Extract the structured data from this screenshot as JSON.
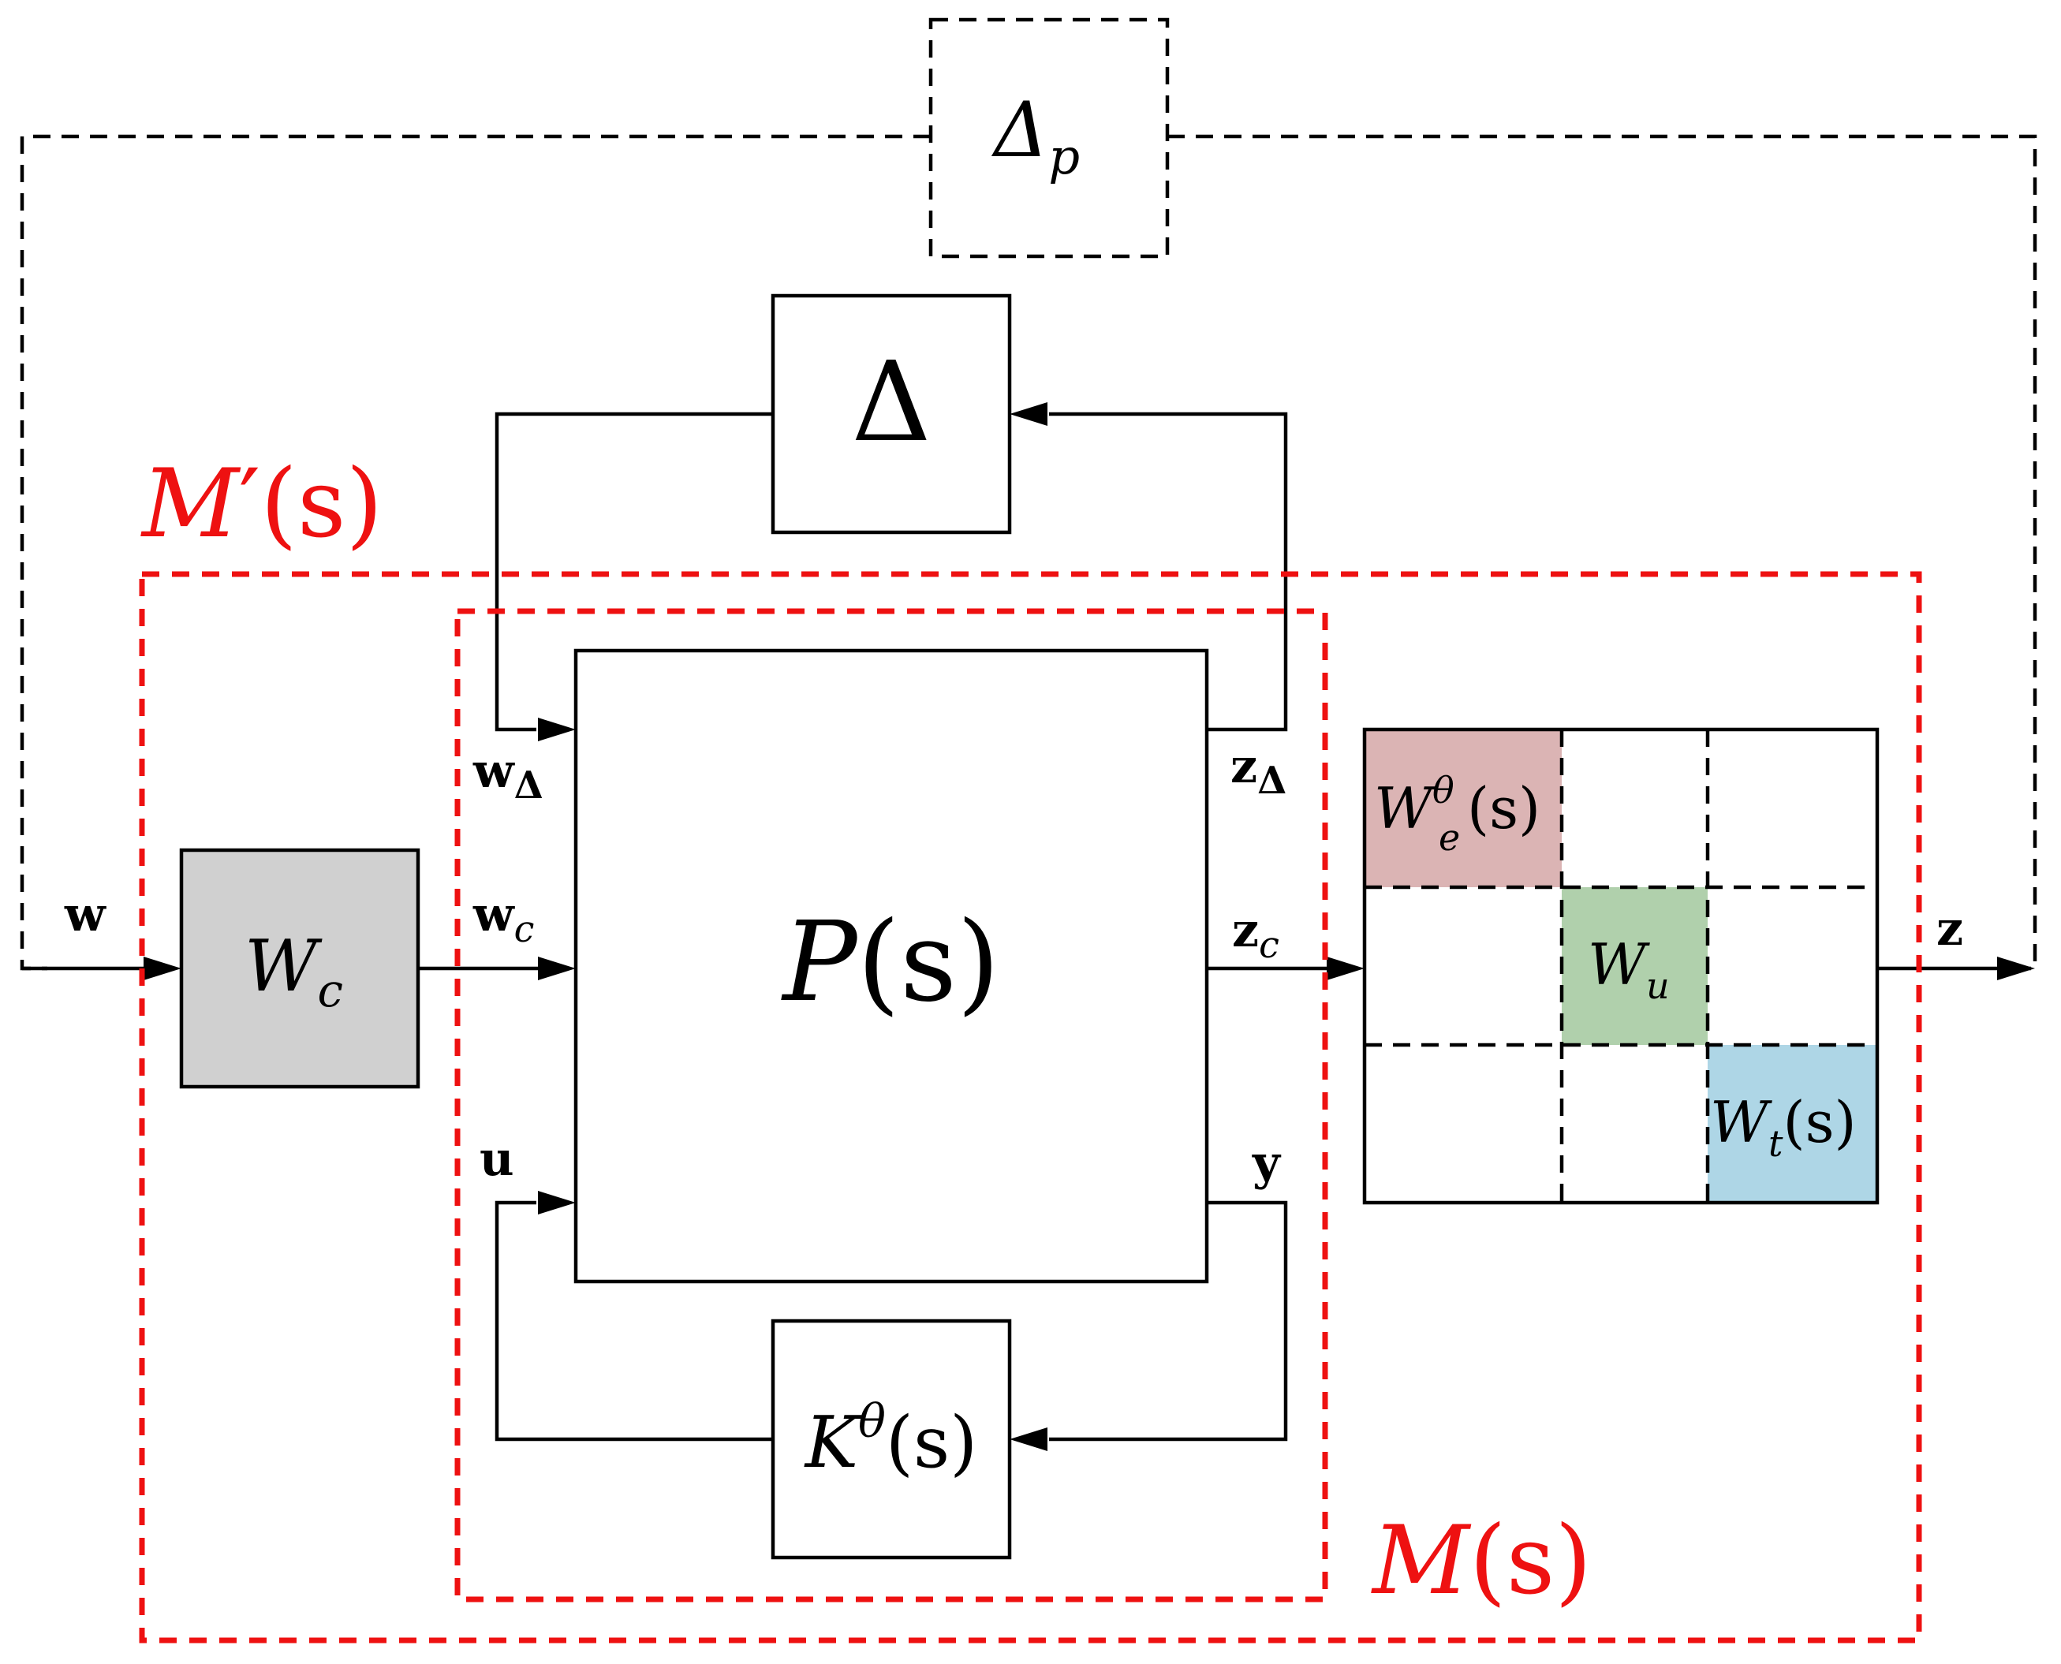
{
  "blocks": {
    "delta_p": {
      "base": "Δ",
      "sub": "p"
    },
    "delta": {
      "label": "Δ"
    },
    "plant": {
      "base": "P",
      "arg": "(s)"
    },
    "controller": {
      "base": "K",
      "sup": "θ",
      "arg": "(s)"
    },
    "input_weight": {
      "base": "W",
      "sub": "c"
    },
    "output_weights": {
      "we": {
        "base": "W",
        "sup": "θ",
        "sub": "e",
        "arg": "(s)",
        "color": "#dbb4b4"
      },
      "wu": {
        "base": "W",
        "sub": "u",
        "color": "#b0d0ac"
      },
      "wt": {
        "base": "W",
        "sub": "t",
        "arg": "(s)",
        "color": "#aed6e6"
      }
    }
  },
  "signals": {
    "w": {
      "base": "w"
    },
    "w_delta": {
      "base": "w",
      "sub": "Δ"
    },
    "w_c": {
      "base": "w",
      "sub": "c"
    },
    "u": {
      "base": "u"
    },
    "z_delta": {
      "base": "z",
      "sub": "Δ"
    },
    "z_c": {
      "base": "z",
      "sub": "c"
    },
    "y": {
      "base": "y"
    },
    "z": {
      "base": "z"
    }
  },
  "regions": {
    "m_prime": {
      "base": "M",
      "prime": "′",
      "arg": "(s)"
    },
    "m": {
      "base": "M",
      "arg": "(s)"
    }
  },
  "colors": {
    "region_border": "#ee1111",
    "input_weight_fill": "#d0d0d0"
  }
}
